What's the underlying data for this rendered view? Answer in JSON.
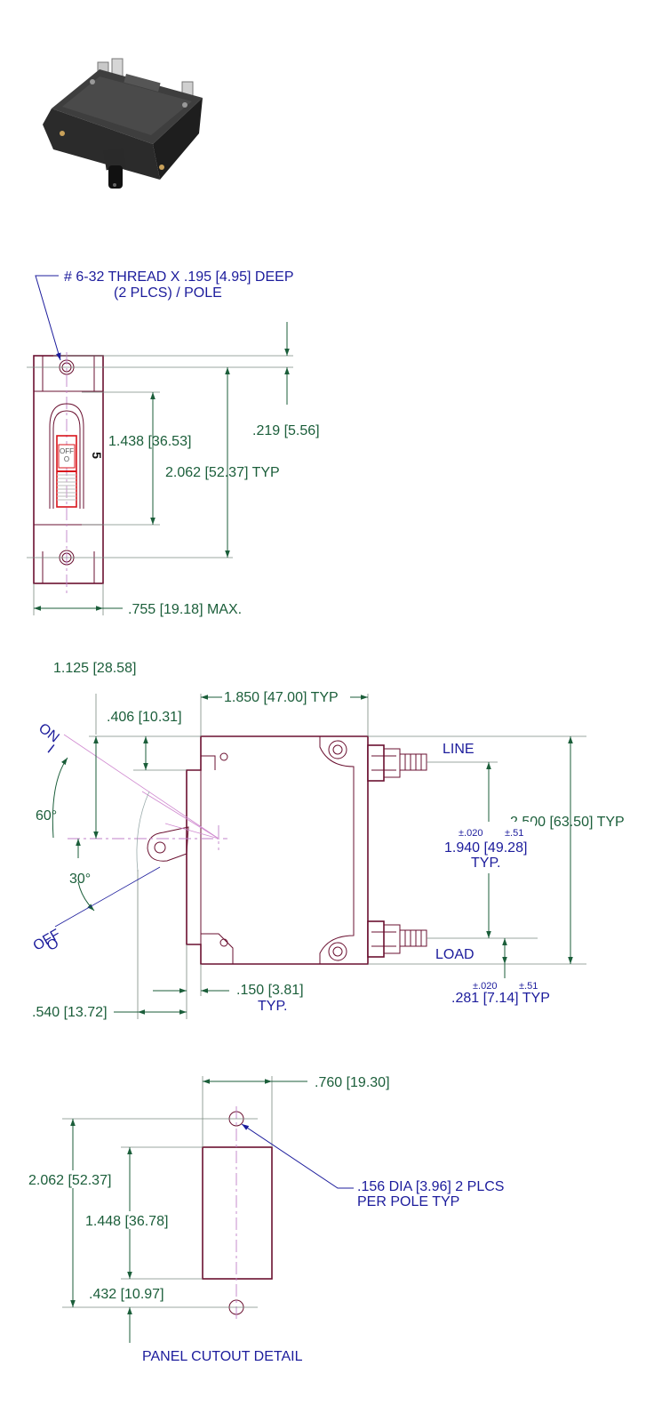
{
  "photo": {
    "icon": "circuit-breaker-photo"
  },
  "front_view": {
    "thread_note_line1": "# 6-32 THREAD X .195 [4.95] DEEP",
    "thread_note_line2": "(2 PLCS) / POLE",
    "dim_mount_top": ".219 [5.56]",
    "dim_handle": "1.438 [36.53]",
    "dim_mount_spacing": "2.062 [52.37] TYP",
    "dim_width": ".755 [19.18] MAX.",
    "handle_label": "OFF",
    "handle_label2": "O",
    "rating": "5"
  },
  "side_view": {
    "dim_handle_height": "1.125 [28.58]",
    "dim_body_length": "1.850 [47.00] TYP",
    "dim_406": ".406 [10.31]",
    "dim_height": "2.500 [63.50] TYP",
    "label_line": "LINE",
    "label_load": "LOAD",
    "tol_terminal_in": "±.020",
    "tol_terminal_mm": "±.51",
    "dim_terminal_spacing": "1.940 [49.28]",
    "dim_terminal_typ": "TYP.",
    "tol_281_in": "±.020",
    "tol_281_mm": "±.51",
    "dim_281": ".281 [7.14] TYP",
    "dim_150": ".150 [3.81]",
    "dim_150_typ": "TYP.",
    "dim_540": ".540 [13.72]",
    "angle_on": "60°",
    "angle_off": "30°",
    "label_on": "ON",
    "label_on_symbol": "I",
    "label_off": "OFF",
    "label_off_symbol": "O"
  },
  "cutout": {
    "dim_width": ".760 [19.30]",
    "dim_hole_spacing": "2.062 [52.37]",
    "dim_cutout_height": "1.448 [36.78]",
    "dim_432": ".432 [10.97]",
    "hole_note_line1": ".156 DIA [3.96] 2 PLCS",
    "hole_note_line2": "PER POLE TYP",
    "title": "PANEL CUTOUT DETAIL"
  },
  "colors": {
    "dimension": "#1b5e3a",
    "note": "#1c1c9c",
    "part": "#6a1030",
    "handle": "#d8141c"
  }
}
